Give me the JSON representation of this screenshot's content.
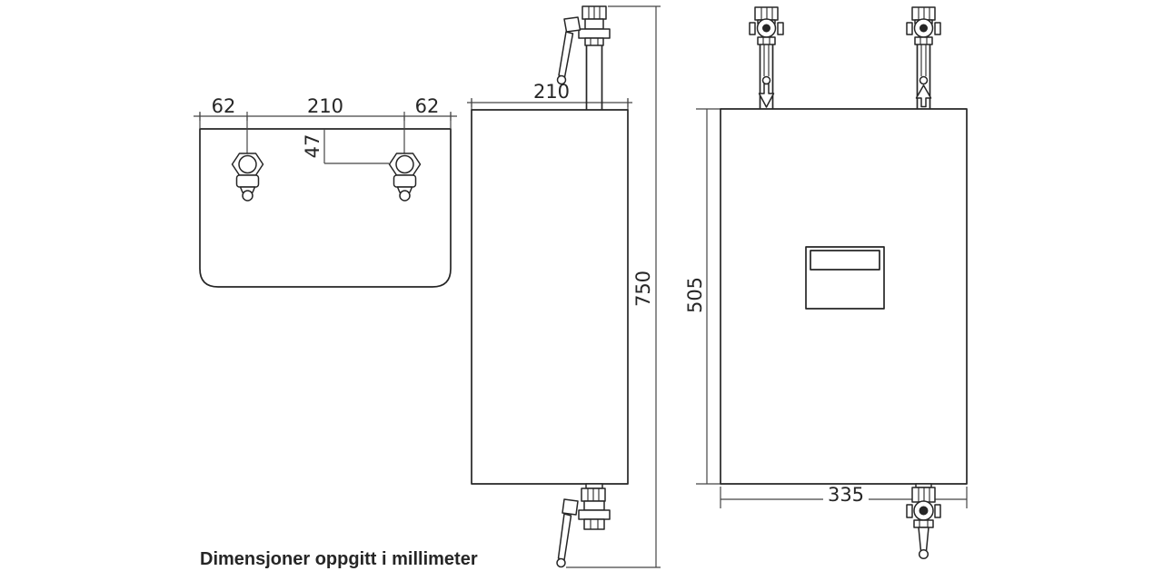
{
  "colors": {
    "line": "#262626",
    "dim": "#454545",
    "text": "#262626",
    "background": "#ffffff"
  },
  "footnote": "Dimensjoner oppgitt i millimeter",
  "dimensions": {
    "top_view": {
      "left_offset_mm": "62",
      "port_spacing_mm": "210",
      "right_offset_mm": "62",
      "port_depth_mm": "47"
    },
    "side_view": {
      "depth_mm": "210",
      "overall_height_mm": "750"
    },
    "front_view": {
      "body_height_mm": "505",
      "body_width_mm": "335"
    }
  }
}
